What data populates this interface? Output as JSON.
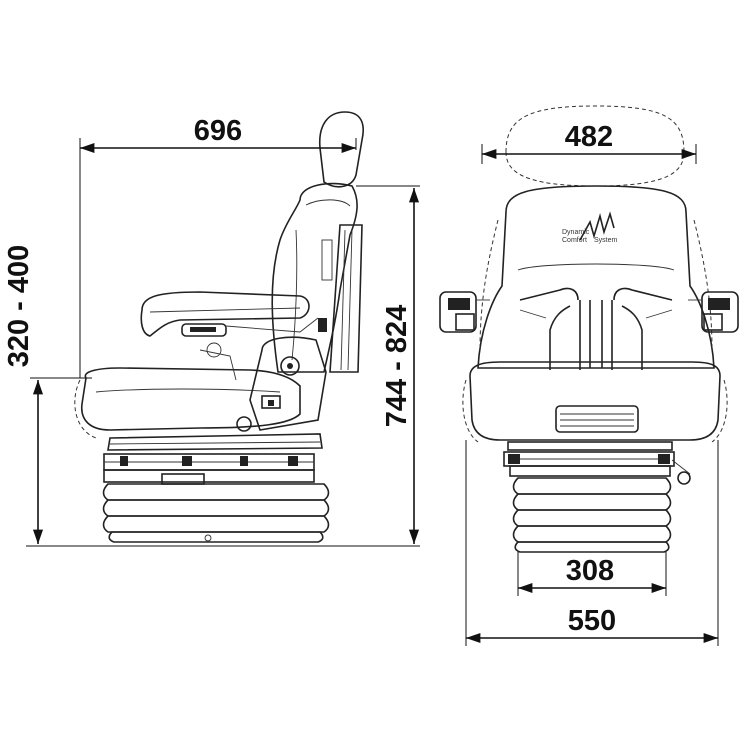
{
  "dimensions": {
    "side_depth": "696",
    "seat_height_range": "320 - 400",
    "total_height_range": "744 - 824",
    "backrest_width": "482",
    "suspension_width": "308",
    "total_width": "550"
  },
  "logo": {
    "line1": "Dynamic",
    "line2": "Comfort",
    "line3": "System"
  },
  "colors": {
    "line": "#111111",
    "background": "#ffffff"
  }
}
